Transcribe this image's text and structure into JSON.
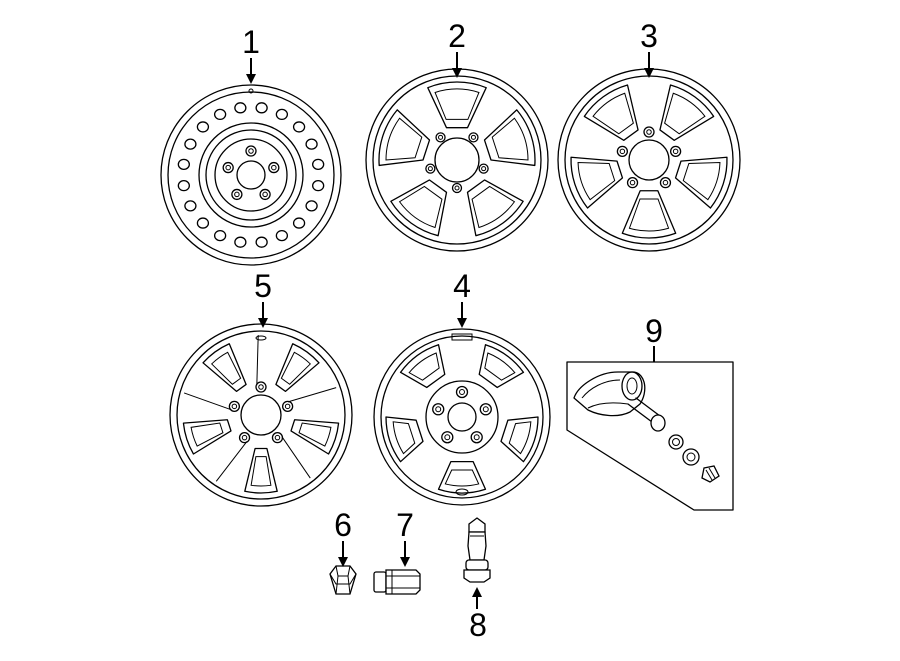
{
  "diagram": {
    "callouts": [
      {
        "id": "1",
        "label": "1"
      },
      {
        "id": "2",
        "label": "2"
      },
      {
        "id": "3",
        "label": "3"
      },
      {
        "id": "4",
        "label": "4"
      },
      {
        "id": "5",
        "label": "5"
      },
      {
        "id": "6",
        "label": "6"
      },
      {
        "id": "7",
        "label": "7"
      },
      {
        "id": "8",
        "label": "8"
      },
      {
        "id": "9",
        "label": "9"
      }
    ],
    "parts": [
      {
        "callout": "1",
        "kind": "steel-wheel",
        "icon": "steel-wheel-icon"
      },
      {
        "callout": "2",
        "kind": "alloy-wheel-5-spoke",
        "icon": "wheel-icon"
      },
      {
        "callout": "3",
        "kind": "alloy-wheel-5-spoke",
        "icon": "wheel-icon"
      },
      {
        "callout": "4",
        "kind": "alloy-wheel-5-window",
        "icon": "wheel-icon"
      },
      {
        "callout": "5",
        "kind": "alloy-wheel-split-spoke",
        "icon": "wheel-icon"
      },
      {
        "callout": "6",
        "kind": "lug-nut",
        "icon": "hex-nut-icon"
      },
      {
        "callout": "7",
        "kind": "lug-nut-extended",
        "icon": "lug-nut-icon"
      },
      {
        "callout": "8",
        "kind": "valve-stem",
        "icon": "valve-stem-icon"
      },
      {
        "callout": "9",
        "kind": "tpms-sensor-kit",
        "icon": "tire-pressure-sensor-icon"
      }
    ]
  }
}
